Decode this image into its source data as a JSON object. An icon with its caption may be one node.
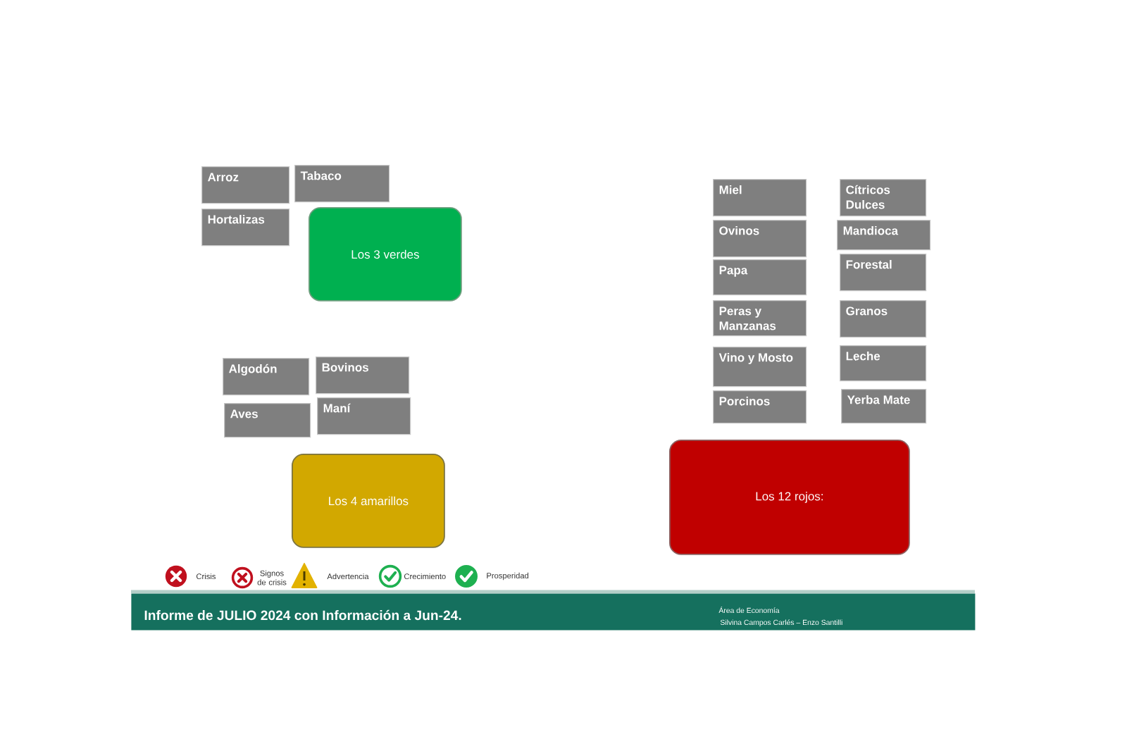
{
  "diagram": {
    "nodes": [
      {
        "text": [
          "Arroz"
        ]
      },
      {
        "text": [
          "Tabaco"
        ]
      },
      {
        "text": [
          "Hortalizas"
        ]
      },
      {
        "text": [
          "Los 3 verdes"
        ]
      },
      {
        "text": [
          "Algodón"
        ]
      },
      {
        "text": [
          "Bovinos"
        ]
      },
      {
        "text": [
          "Aves"
        ]
      },
      {
        "text": [
          "Maní"
        ]
      },
      {
        "text": [
          "Los 4 amarillos"
        ]
      },
      {
        "text": [
          "Miel"
        ]
      },
      {
        "text": [
          "Cítricos Dulces"
        ]
      },
      {
        "text": [
          "Ovinos"
        ]
      },
      {
        "text": [
          "Mandioca"
        ]
      },
      {
        "text": [
          "Papa"
        ]
      },
      {
        "text": [
          "Forestal"
        ]
      },
      {
        "text": [
          "Peras y Manzanas"
        ]
      },
      {
        "text": [
          "Granos"
        ]
      },
      {
        "text": [
          "Vino y Mosto"
        ]
      },
      {
        "text": [
          "Leche"
        ]
      },
      {
        "text": [
          "Porcinos"
        ]
      },
      {
        "text": [
          "Yerba Mate"
        ]
      },
      {
        "text": [
          "Los 12 rojos:"
        ]
      },
      {
        "text": [
          "Informe de JULIO 2024 con Información a Jun-24.",
          "Área de Economía",
          "Silvina Campos Carlés – Enzo Santilli"
        ]
      }
    ],
    "legend": [
      {
        "text": "Crisis"
      },
      {
        "text": "Signos de crisis"
      },
      {
        "text": "Advertencia"
      },
      {
        "text": "Crecimiento"
      },
      {
        "text": "Prosperidad"
      }
    ]
  }
}
